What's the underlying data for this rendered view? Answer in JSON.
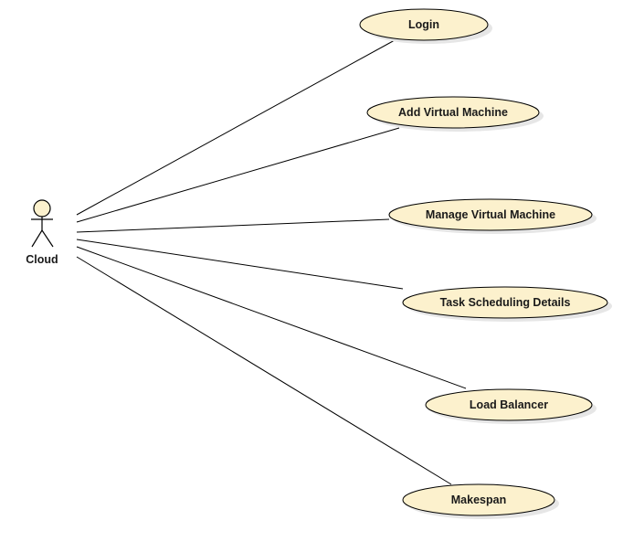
{
  "diagram": {
    "type": "use-case",
    "actor": {
      "name": "Cloud"
    },
    "use_cases": [
      {
        "label": "Login"
      },
      {
        "label": "Add Virtual Machine"
      },
      {
        "label": "Manage Virtual Machine"
      },
      {
        "label": "Task Scheduling Details"
      },
      {
        "label": "Load Balancer"
      },
      {
        "label": "Makespan"
      }
    ],
    "colors": {
      "use_case_fill": "#fcf1cd",
      "actor_fill": "#fcf1cd",
      "stroke": "#000000"
    }
  }
}
